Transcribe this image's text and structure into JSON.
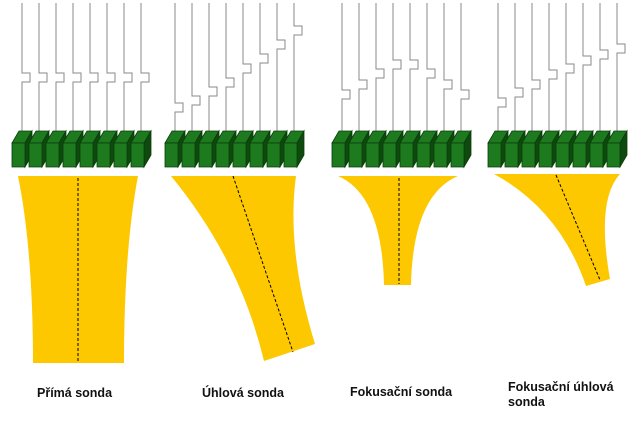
{
  "probes": [
    {
      "label": "Přímá sonda",
      "kind": "straight"
    },
    {
      "label": "Úhlová sonda",
      "kind": "angled"
    },
    {
      "label": "Fokusační sonda",
      "kind": "focused"
    },
    {
      "label": "Fokusační úhlová sonda",
      "kind": "focused-angled"
    }
  ],
  "element_count": 8,
  "colors": {
    "element": "#1e7a1e",
    "element_dark": "#0d4a0d",
    "element_edge": "#0a3d0a",
    "beam": "#fdc800",
    "wire": "#8a8a8a",
    "axis": "#000000"
  }
}
